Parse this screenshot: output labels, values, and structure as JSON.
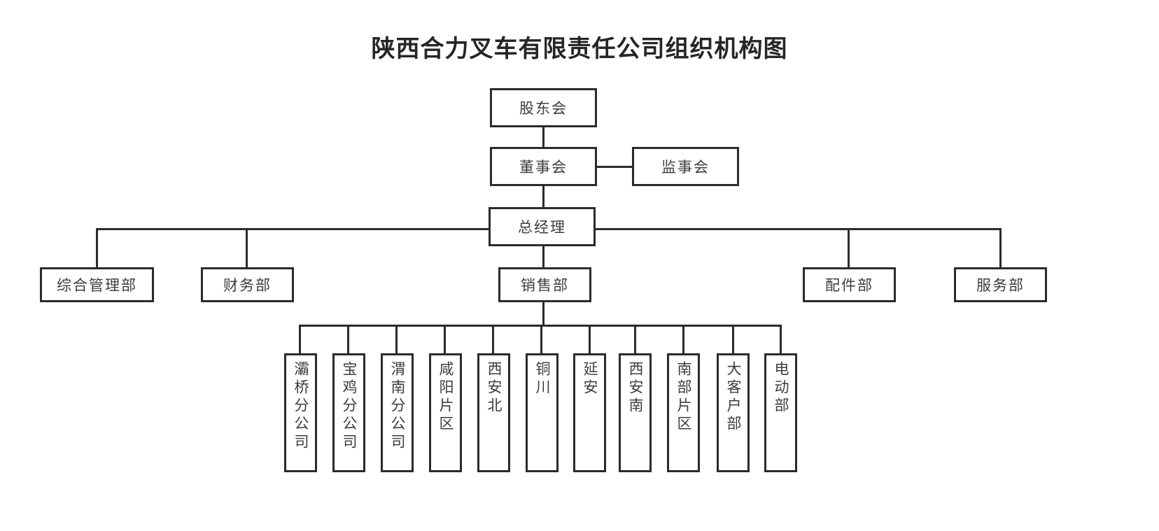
{
  "page": {
    "title": "陕西合力叉车有限责任公司组织机构图",
    "background_color": "#ffffff",
    "line_color": "#2b2b2b",
    "text_color": "#3c3c42"
  },
  "nodes": {
    "shareholders": "股东会",
    "board_of_directors": "董事会",
    "board_of_supervisors": "监事会",
    "general_manager": "总经理"
  },
  "departments": [
    {
      "label": "综合管理部"
    },
    {
      "label": "财务部"
    },
    {
      "label": "销售部"
    },
    {
      "label": "配件部"
    },
    {
      "label": "服务部"
    }
  ],
  "sales_units": [
    {
      "label": "灞桥分公司"
    },
    {
      "label": "宝鸡分公司"
    },
    {
      "label": "渭南分公司"
    },
    {
      "label": "咸阳片区"
    },
    {
      "label": "西安北"
    },
    {
      "label": "铜川"
    },
    {
      "label": "延安"
    },
    {
      "label": "西安南"
    },
    {
      "label": "南部片区"
    },
    {
      "label": "大客户部"
    },
    {
      "label": "电动部"
    }
  ]
}
